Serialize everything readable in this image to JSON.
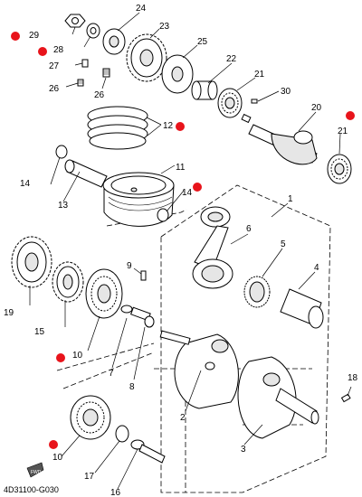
{
  "diagram": {
    "code": "4D31100-G030",
    "fwd_label": "FWD",
    "marker_color": "#e8141b",
    "labels": {
      "p1": "1",
      "p2": "2",
      "p3": "3",
      "p4": "4",
      "p5": "5",
      "p6": "6",
      "p7": "7",
      "p8": "8",
      "p9": "9",
      "p10a": "10",
      "p10b": "10",
      "p11": "11",
      "p12": "12",
      "p13": "13",
      "p14a": "14",
      "p14b": "14",
      "p15": "15",
      "p16": "16",
      "p17": "17",
      "p18": "18",
      "p19": "19",
      "p20": "20",
      "p21a": "21",
      "p21b": "21",
      "p22": "22",
      "p23": "23",
      "p24": "24",
      "p25": "25",
      "p26a": "26",
      "p26b": "26",
      "p27": "27",
      "p28": "28",
      "p29": "29",
      "p30": "30"
    }
  }
}
